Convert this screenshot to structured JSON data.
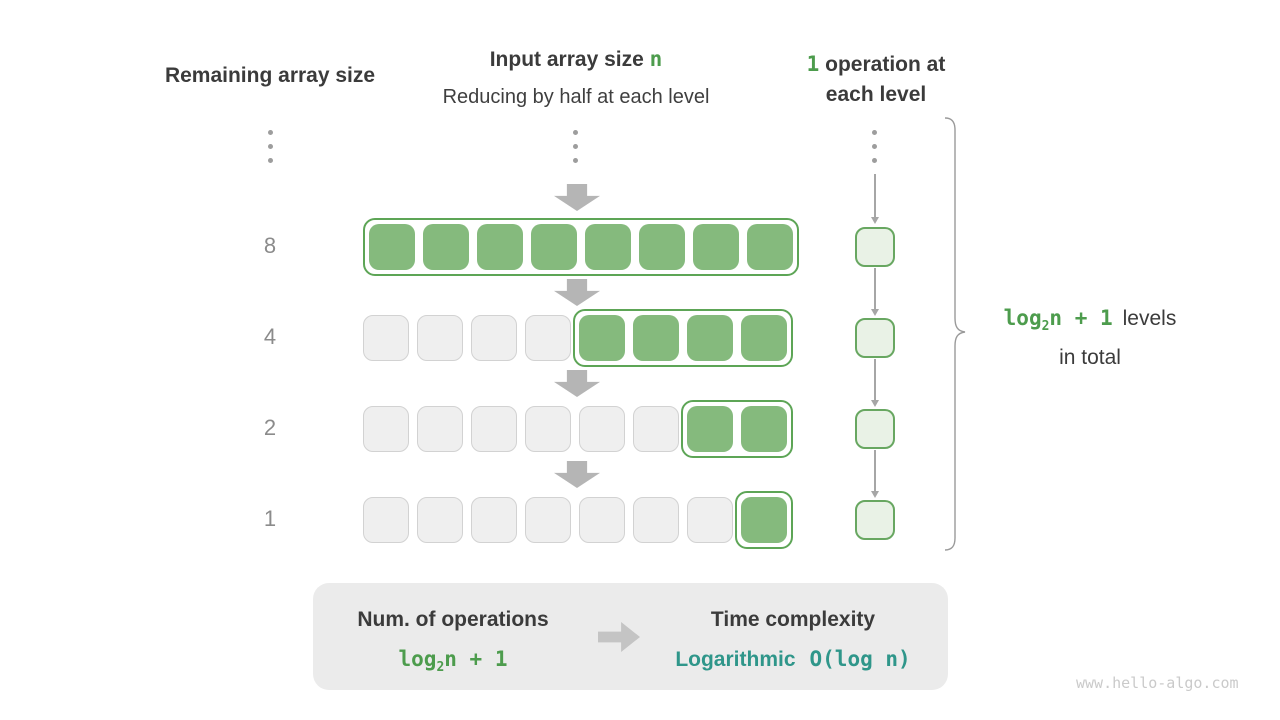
{
  "headers": {
    "left": "Remaining array size",
    "center_title_prefix": "Input array size ",
    "center_title_var": "n",
    "center_subtitle": "Reducing by half at each level",
    "right_num": "1",
    "right_line1_rest": " operation at",
    "right_line2": "each level"
  },
  "rows": [
    {
      "remaining": "8",
      "empty_cells": 0,
      "active_cells": 8
    },
    {
      "remaining": "4",
      "empty_cells": 4,
      "active_cells": 4
    },
    {
      "remaining": "2",
      "empty_cells": 6,
      "active_cells": 2
    },
    {
      "remaining": "1",
      "empty_cells": 7,
      "active_cells": 1
    }
  ],
  "operations_column": {
    "squares": 4
  },
  "brace_label": {
    "formula_log": "log",
    "formula_sub": "2",
    "formula_rest": "n + 1",
    "text_line1": "levels",
    "text_line2": "in total"
  },
  "summary": {
    "left_title": "Num. of operations",
    "left_formula_log": "log",
    "left_formula_sub": "2",
    "left_formula_rest": "n + 1",
    "right_title": "Time complexity",
    "right_value_name": "Logarithmic",
    "right_value_notation": "O(log n)"
  },
  "watermark": "www.hello-algo.com",
  "colors": {
    "green_text": "#4d9c4d",
    "teal_text": "#2f968a",
    "square_green": "#85ba7d",
    "group_border": "#5da556",
    "op_fill": "#e9f2e6",
    "op_border": "#68a761",
    "empty_fill": "#efefef",
    "empty_border": "#d2d2d2",
    "dark_text": "#3b3b3b",
    "gray_text": "#8b8b8b"
  }
}
